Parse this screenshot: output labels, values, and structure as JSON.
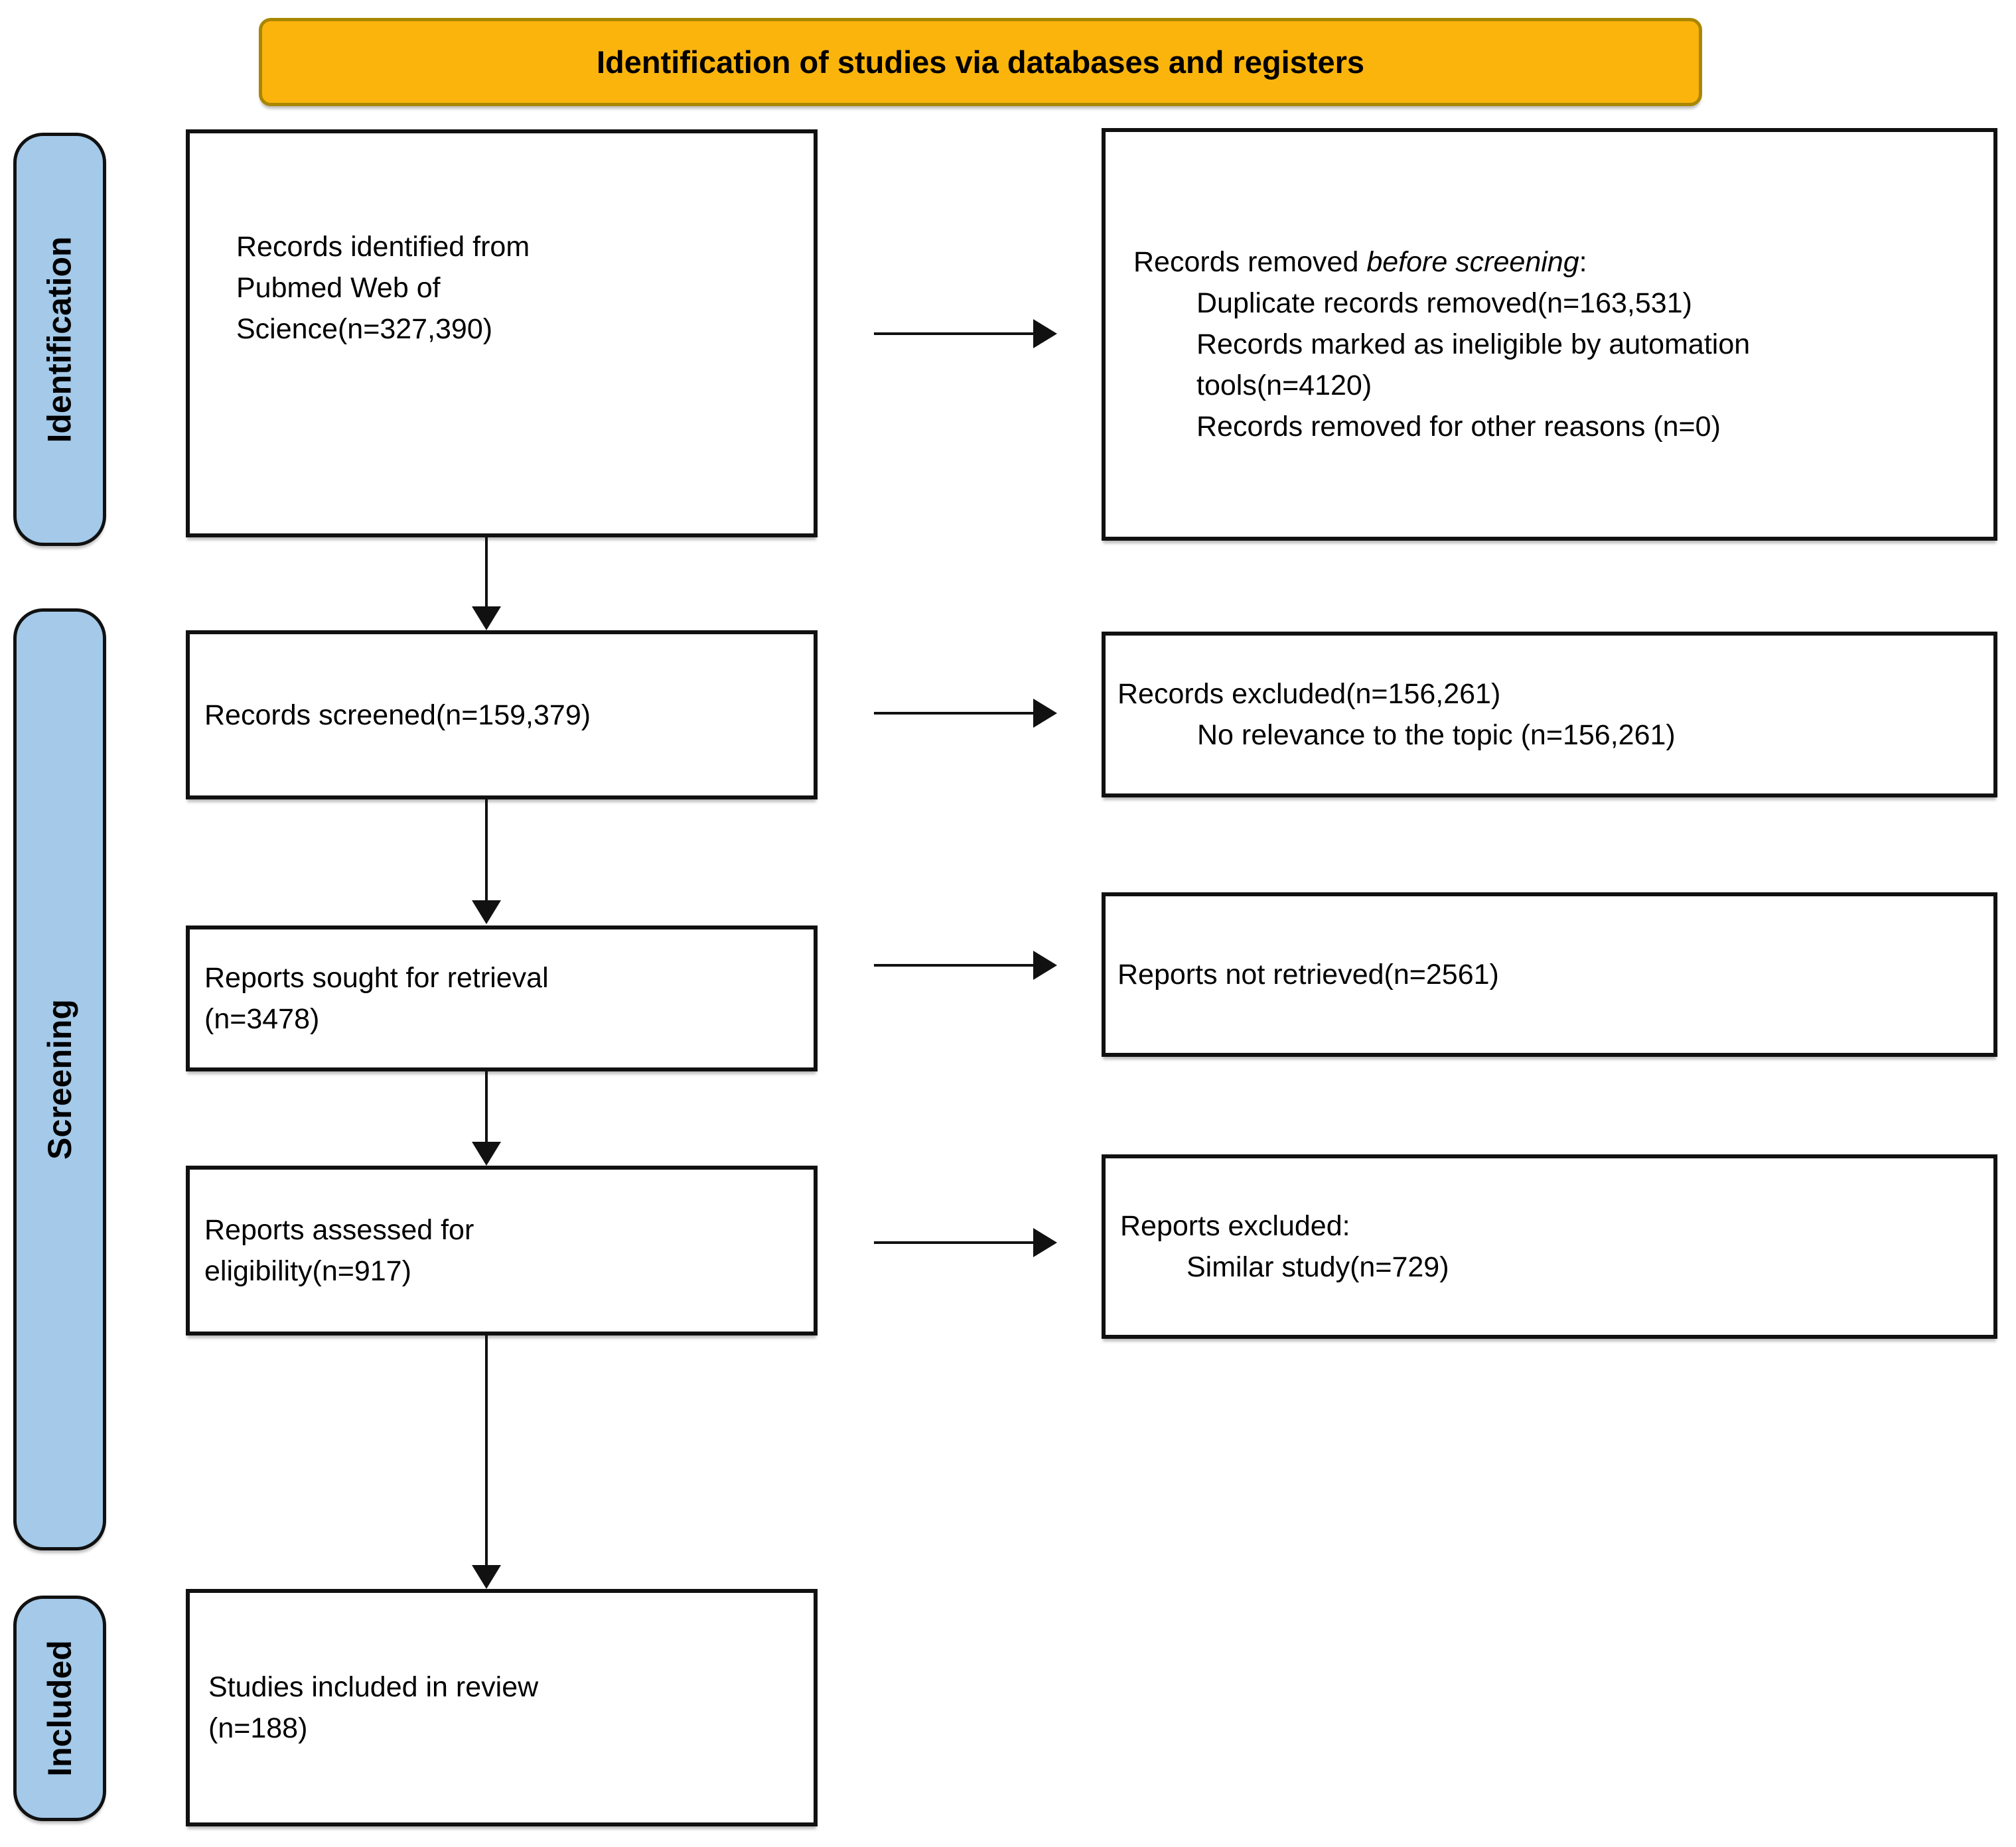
{
  "diagram": {
    "title": "Identification of studies via databases and registers",
    "colors": {
      "header_bg": "#FAB40C",
      "header_border": "#A98600",
      "stage_bg": "#A4C9E9",
      "stage_border": "#111111",
      "box_border": "#111111",
      "arrow": "#111111"
    },
    "stages": {
      "identification": "Identification",
      "screening": "Screening",
      "included": "Included"
    },
    "boxes": {
      "records_identified": {
        "lines": [
          "Records identified from",
          "Pubmed Web of",
          "Science(n=327,390)"
        ]
      },
      "records_removed": {
        "heading_prefix": "Records removed ",
        "heading_italic": "before screening",
        "heading_suffix": ":",
        "reasons": [
          "Duplicate records removed(n=163,531)",
          "Records marked as ineligible by automation tools(n=4120)",
          "Records removed for other reasons (n=0)"
        ]
      },
      "records_screened": {
        "text": "Records screened(n=159,379)"
      },
      "records_excluded": {
        "heading": "Records excluded(n=156,261)",
        "detail": "No relevance to the topic (n=156,261)"
      },
      "reports_sought": {
        "lines": [
          "Reports sought for retrieval",
          "(n=3478)"
        ]
      },
      "reports_not_retrieved": {
        "text": "Reports not retrieved(n=2561)"
      },
      "reports_assessed": {
        "lines": [
          "Reports assessed for",
          "eligibility(n=917)"
        ]
      },
      "reports_excluded": {
        "heading": "Reports excluded:",
        "detail": "Similar study(n=729)"
      },
      "studies_included": {
        "lines": [
          "Studies included in review",
          "(n=188)"
        ]
      }
    }
  }
}
